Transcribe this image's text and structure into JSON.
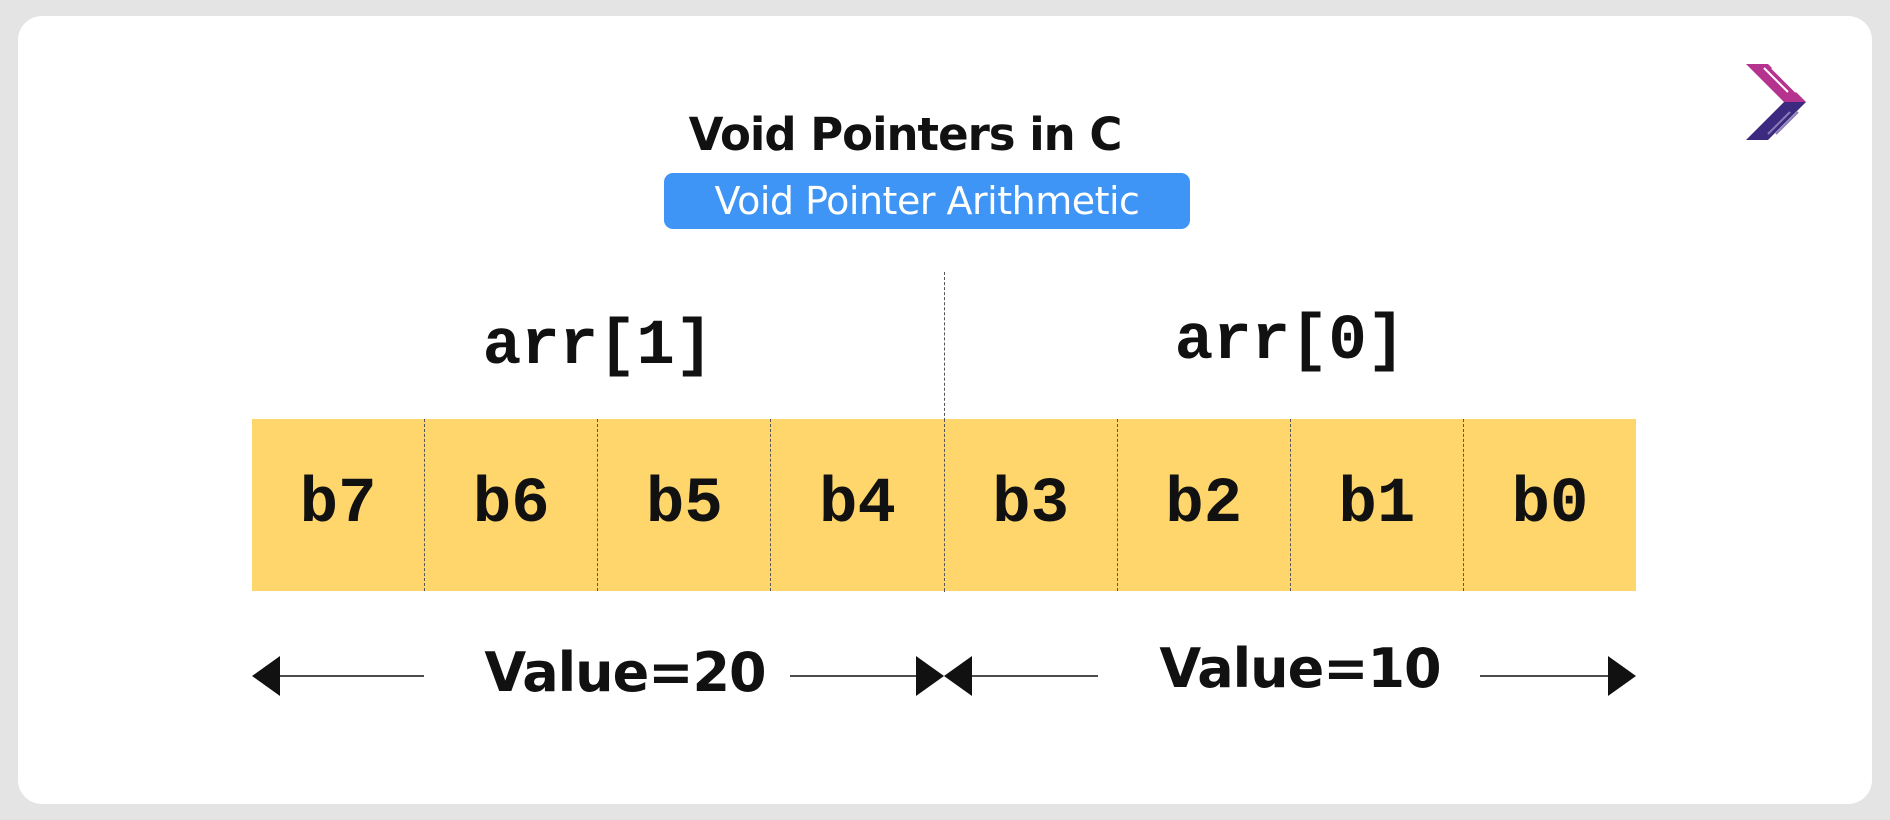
{
  "diagram": {
    "title": "Void Pointers in C",
    "subtitle": "Void Pointer Arithmetic",
    "arrays": [
      {
        "label": "arr[1]",
        "value_label": "Value=20"
      },
      {
        "label": "arr[0]",
        "value_label": "Value=10"
      }
    ],
    "bytes": [
      "b7",
      "b6",
      "b5",
      "b4",
      "b3",
      "b2",
      "b1",
      "b0"
    ],
    "colors": {
      "background": "#e4e4e4",
      "card": "#ffffff",
      "byte_fill": "#ffd66c",
      "subtitle_badge": "#3e95f5",
      "logo_top": "#b5338f",
      "logo_bottom": "#3b2a7f"
    },
    "icons": {
      "logo": "brand-chevron-logo"
    }
  }
}
